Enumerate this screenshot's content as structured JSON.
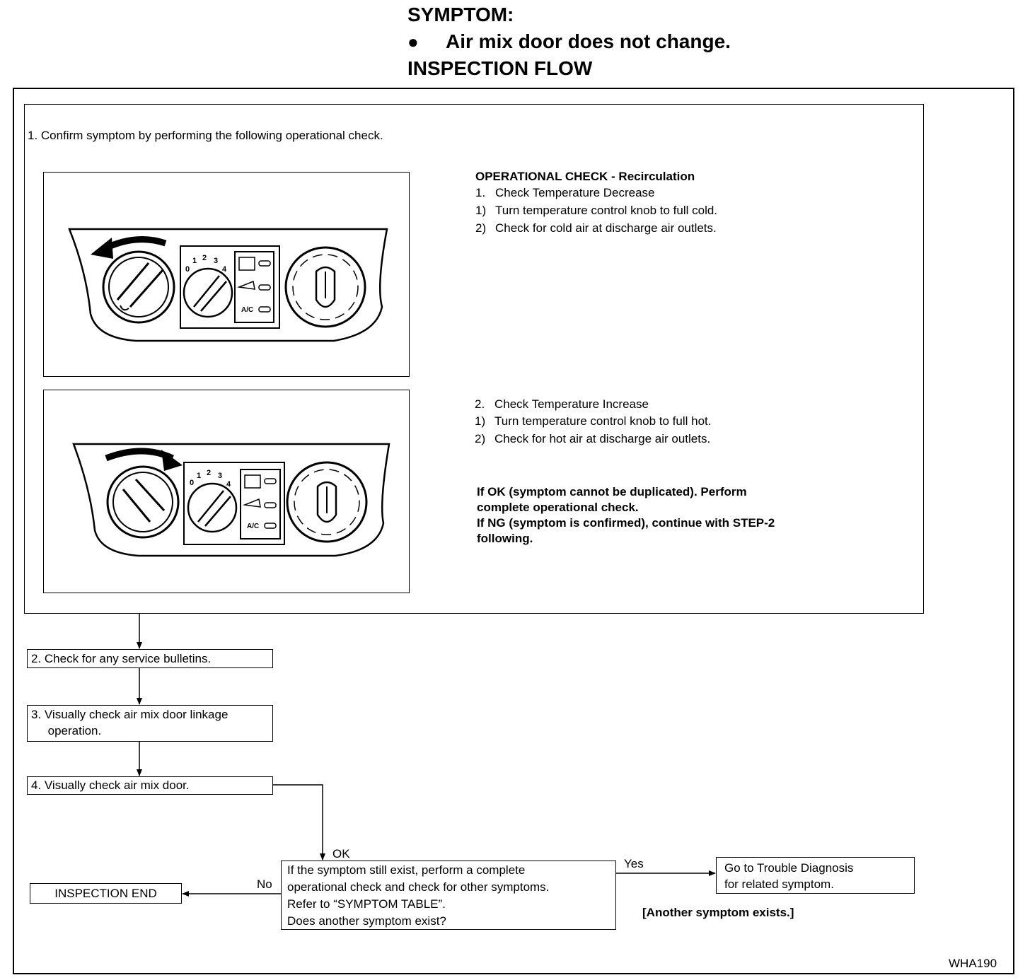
{
  "header": {
    "symptom_heading": "SYMPTOM:",
    "symptom_bullet": "●",
    "symptom_text": "Air mix door does not change.",
    "flow_heading": "INSPECTION FLOW"
  },
  "step1": {
    "text": "1.  Confirm symptom by performing the following operational check."
  },
  "op_check": {
    "heading": "OPERATIONAL CHECK - Recirculation",
    "decrease": {
      "lines": [
        {
          "num": "1.",
          "text": "Check Temperature Decrease"
        },
        {
          "num": "1)",
          "text": "Turn temperature control knob to full cold."
        },
        {
          "num": "2)",
          "text": "Check for cold air at discharge air outlets."
        }
      ]
    },
    "increase": {
      "lines": [
        {
          "num": "2.",
          "text": "Check Temperature Increase"
        },
        {
          "num": "1)",
          "text": "Turn temperature control knob to full hot."
        },
        {
          "num": "2)",
          "text": "Check for hot air at discharge air outlets."
        }
      ]
    },
    "result_lines": [
      "If OK (symptom cannot be duplicated).  Perform",
      "complete operational check.",
      "If NG (symptom  is confirmed), continue with STEP-2",
      "following."
    ]
  },
  "panel_labels": {
    "fan_speeds": [
      "0",
      "1",
      "2",
      "3",
      "4"
    ],
    "ac": "A/C"
  },
  "flow": {
    "step2": "2.  Check for any service bulletins.",
    "step3_line1": "3.  Visually check air mix door linkage",
    "step3_line2": "     operation.",
    "step4": "4.  Visually check air mix door.",
    "ok_label": "OK",
    "decision_lines": [
      "If the symptom still exist, perform a complete",
      "operational check  and check for other symptoms.",
      "Refer to “SYMPTOM TABLE”.",
      "Does another symptom exist?"
    ],
    "no_label": "No",
    "yes_label": "Yes",
    "end_box": "INSPECTION END",
    "trouble_line1": "Go to Trouble Diagnosis",
    "trouble_line2": "for related symptom.",
    "another_symptom": "[Another symptom exists.]"
  },
  "figure_code": "WHA190"
}
